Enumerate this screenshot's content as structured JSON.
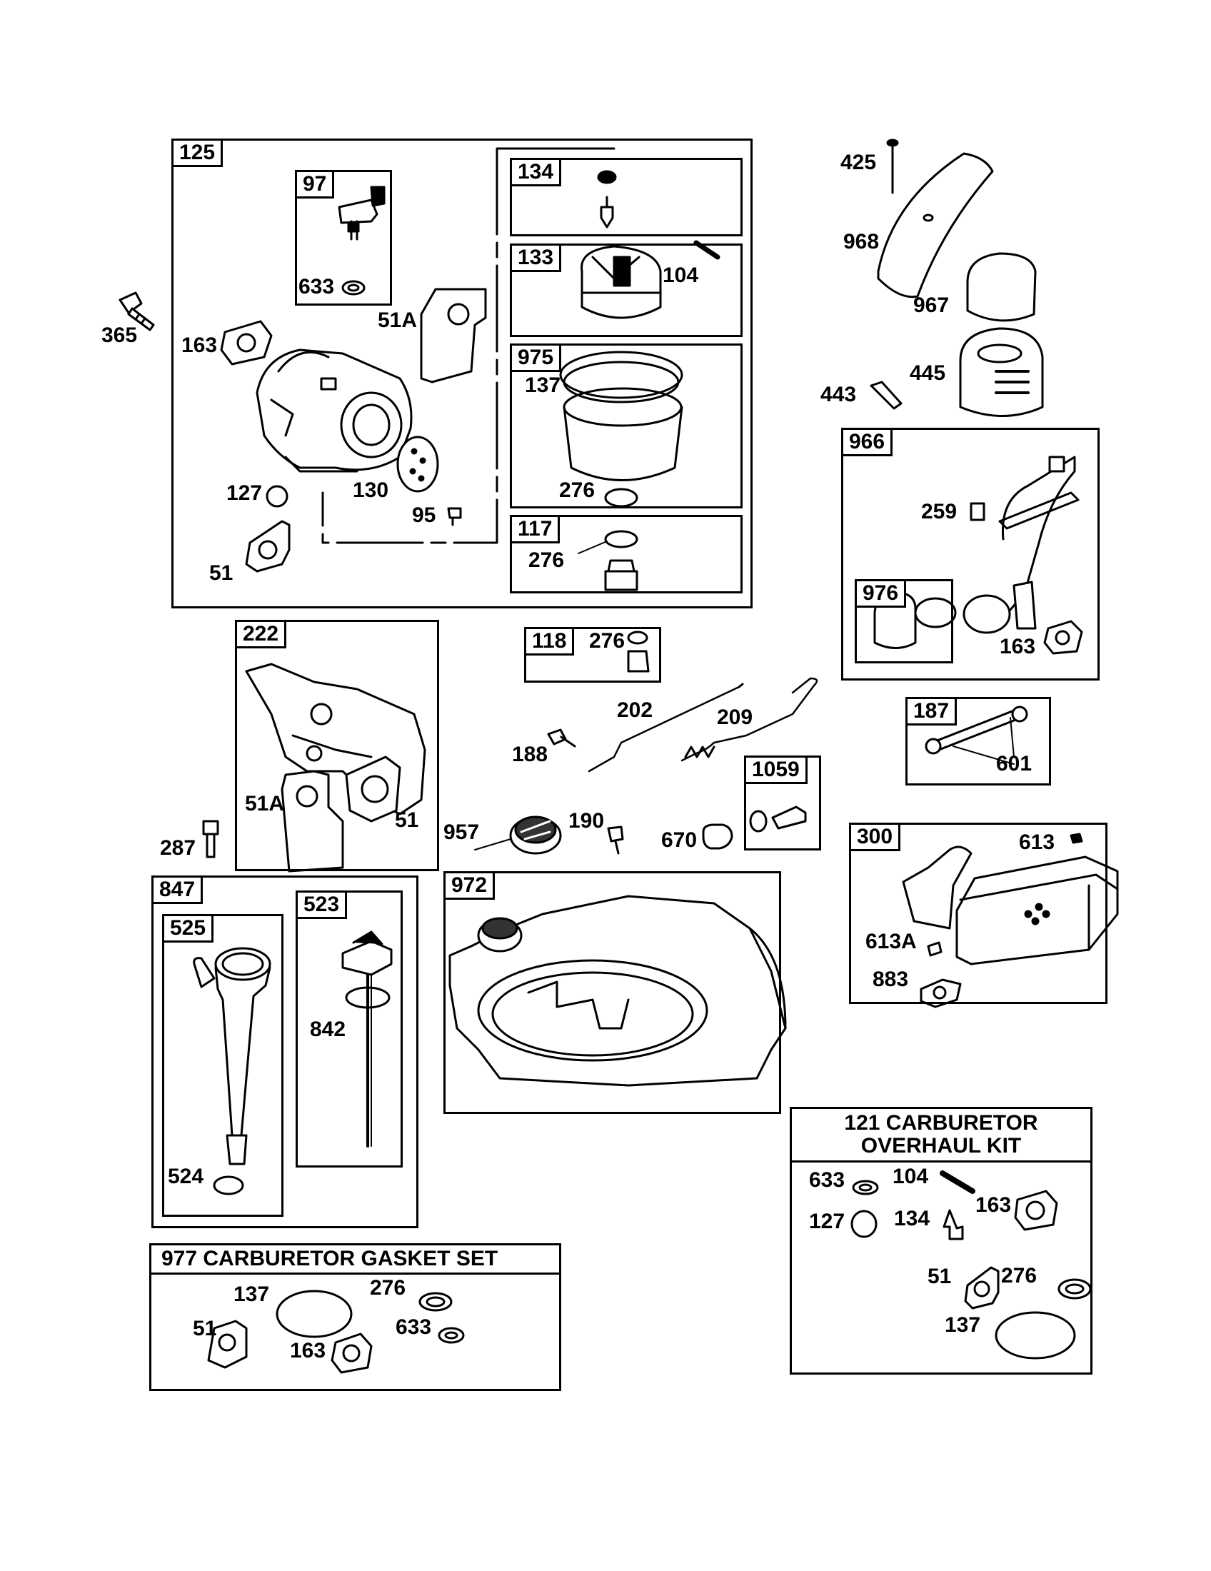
{
  "diagram": {
    "boxes": {
      "carb_assembly": "125",
      "choke": "97",
      "needle": "134",
      "float": "133",
      "bowl": "975",
      "nut": "117",
      "plug": "118",
      "control": "222",
      "spacer": "1059",
      "filter_base": "966",
      "grommet": "976",
      "tube": "187",
      "muffler": "300",
      "fill_tube_kit": "847",
      "fill_tube": "525",
      "dipstick": "523",
      "shroud": "972"
    },
    "labels": {
      "l365": "365",
      "l163a": "163",
      "l633a": "633",
      "l51Aa": "51A",
      "l104a": "104",
      "l137a": "137",
      "l276a": "276",
      "l276b": "276",
      "l127a": "127",
      "l130": "130",
      "l95": "95",
      "l51a": "51",
      "l425": "425",
      "l968": "968",
      "l967": "967",
      "l443": "443",
      "l445": "445",
      "l259": "259",
      "l163b": "163",
      "l601": "601",
      "l276c": "276",
      "l202": "202",
      "l209": "209",
      "l188": "188",
      "l51Ab": "51A",
      "l51b": "51",
      "l287": "287",
      "l957": "957",
      "l190": "190",
      "l670": "670",
      "l613": "613",
      "l613A": "613A",
      "l883": "883",
      "l842": "842",
      "l524": "524"
    },
    "overhaul_kit": {
      "title_line1": "121 CARBURETOR",
      "title_line2": "OVERHAUL KIT",
      "l633": "633",
      "l104": "104",
      "l127": "127",
      "l134": "134",
      "l163": "163",
      "l51": "51",
      "l276": "276",
      "l137": "137"
    },
    "gasket_set": {
      "title": "977 CARBURETOR  GASKET SET",
      "l137": "137",
      "l276": "276",
      "l51": "51",
      "l633": "633",
      "l163": "163"
    }
  }
}
